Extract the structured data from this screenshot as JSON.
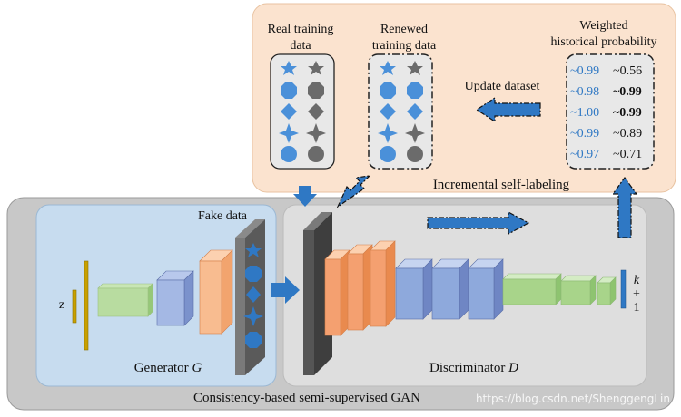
{
  "colors": {
    "top_panel": "#fbe3cf",
    "gan_panel": "#c8c8c8",
    "gen_panel": "#c7dcef",
    "disc_panel": "#dedede",
    "accent_blue": "#2f78c4",
    "shape_blue": "#4a90d9",
    "shape_gray": "#6b6b6b",
    "layer_orange": "#f4a070",
    "layer_blue": "#8ea9dc",
    "layer_green": "#a8d48a",
    "layer_gold": "#c8a000",
    "layer_dark": "#555555"
  },
  "top": {
    "real_label_1": "Real training",
    "real_label_2": "data",
    "renewed_label_1": "Renewed",
    "renewed_label_2": "training data",
    "weighted_label_1": "Weighted",
    "weighted_label_2": "historical probability",
    "update_label": "Update dataset",
    "incremental_label": "Incremental self-labeling",
    "prob_rows": [
      {
        "left": "~0.99",
        "right": "~0.56",
        "bold": false
      },
      {
        "left": "~0.98",
        "right": "~0.99",
        "bold": true
      },
      {
        "left": "~1.00",
        "right": "~0.99",
        "bold": true
      },
      {
        "left": "~0.99",
        "right": "~0.89",
        "bold": false
      },
      {
        "left": "~0.97",
        "right": "~0.71",
        "bold": false
      }
    ]
  },
  "generator": {
    "fake_label": "Fake data",
    "z_label": "z",
    "name": "Generator ",
    "name_italic": "G"
  },
  "discriminator": {
    "name": "Discriminator ",
    "name_italic": "D",
    "out_k": "k",
    "out_plus": "+",
    "out_one": "1"
  },
  "footer": {
    "caption": "Consistency-based semi-supervised GAN",
    "watermark": "https://blog.csdn.net/ShenggengLin"
  },
  "icons": [
    "star6-icon",
    "octagon-icon",
    "diamond-icon",
    "star4-icon",
    "circle-icon"
  ]
}
